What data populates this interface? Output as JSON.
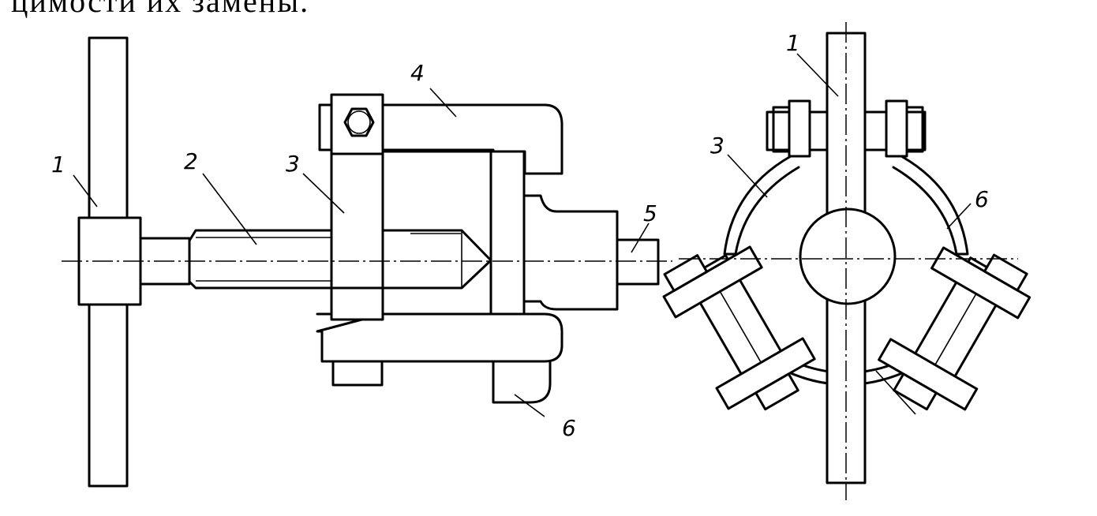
{
  "caption": "цимости их замены.",
  "labels": {
    "left": {
      "handle": "1",
      "screw": "2",
      "clamp": "3",
      "bracket": "4",
      "shaft": "5",
      "jaw": "6"
    },
    "right": {
      "handle": "1",
      "clamp": "3",
      "jaw": "6"
    }
  },
  "colors": {
    "ink": "#000000",
    "paper": "#ffffff"
  }
}
